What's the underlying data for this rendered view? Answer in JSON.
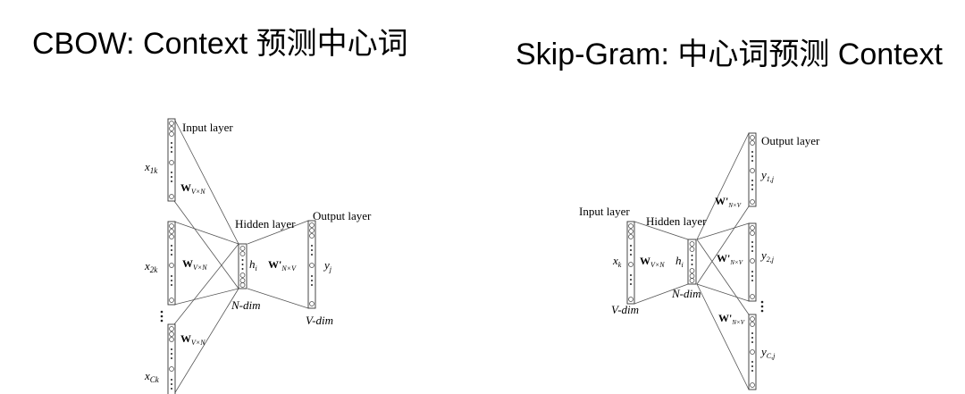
{
  "titles": {
    "cbow": "CBOW: Context 预测中心词",
    "skipgram": "Skip-Gram: 中心词预测 Context"
  },
  "cbow": {
    "input_layer": "Input layer",
    "hidden_layer": "Hidden layer",
    "output_layer": "Output layer",
    "x1": "x",
    "x1_sub": "1k",
    "x2": "x",
    "x2_sub": "2k",
    "xc": "x",
    "xc_sub": "Ck",
    "w_in": "W",
    "w_in_sub": "V×N",
    "w_out": "W'",
    "w_out_sub": "N×V",
    "h": "h",
    "h_sub": "i",
    "y": "y",
    "y_sub": "j",
    "n_dim": "N-dim",
    "v_dim": "V-dim"
  },
  "skipgram": {
    "input_layer": "Input layer",
    "hidden_layer": "Hidden layer",
    "output_layer": "Output layer",
    "x": "x",
    "x_sub": "k",
    "w_in": "W",
    "w_in_sub": "V×N",
    "h": "h",
    "h_sub": "i",
    "w_out": "W'",
    "w_out_sub": "N×V",
    "y1": "y",
    "y1_sub": "1,j",
    "y2": "y",
    "y2_sub": "2,j",
    "yc": "y",
    "yc_sub": "C,j",
    "n_dim": "N-dim",
    "v_dim": "V-dim"
  }
}
